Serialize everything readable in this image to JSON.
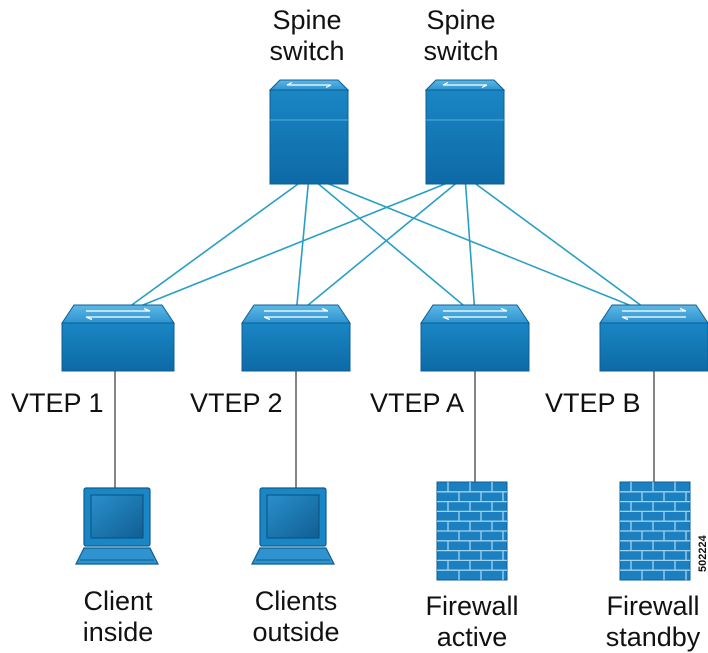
{
  "colors": {
    "device_top": "#3aa0d6",
    "device_face": "#1277b5",
    "device_dark": "#0b5f95",
    "link": "#2a9fc6",
    "access_link": "#333333",
    "firewall_brick": "#1b7fc0",
    "firewall_mortar": "#9fd3f0"
  },
  "spines": [
    {
      "id": "spine-1",
      "label_line1": "Spine",
      "label_line2": "switch",
      "icon": "spine-switch-icon"
    },
    {
      "id": "spine-2",
      "label_line1": "Spine",
      "label_line2": "switch",
      "icon": "spine-switch-icon"
    }
  ],
  "leaves": [
    {
      "id": "vtep-1",
      "label": "VTEP 1",
      "icon": "leaf-switch-icon"
    },
    {
      "id": "vtep-2",
      "label": "VTEP 2",
      "icon": "leaf-switch-icon"
    },
    {
      "id": "vtep-a",
      "label": "VTEP A",
      "icon": "leaf-switch-icon"
    },
    {
      "id": "vtep-b",
      "label": "VTEP B",
      "icon": "leaf-switch-icon"
    }
  ],
  "endpoints": [
    {
      "id": "client-inside",
      "type": "laptop",
      "icon": "laptop-icon",
      "label_line1": "Client",
      "label_line2": "inside",
      "attached_to": "vtep-1"
    },
    {
      "id": "clients-outside",
      "type": "laptop",
      "icon": "laptop-icon",
      "label_line1": "Clients",
      "label_line2": "outside",
      "attached_to": "vtep-2"
    },
    {
      "id": "firewall-active",
      "type": "firewall",
      "icon": "firewall-icon",
      "label_line1": "Firewall",
      "label_line2": "active",
      "attached_to": "vtep-a"
    },
    {
      "id": "firewall-standby",
      "type": "firewall",
      "icon": "firewall-icon",
      "label_line1": "Firewall",
      "label_line2": "standby",
      "attached_to": "vtep-b"
    }
  ],
  "fabric_links": "full-mesh spine-leaf",
  "figure_id": "502224"
}
